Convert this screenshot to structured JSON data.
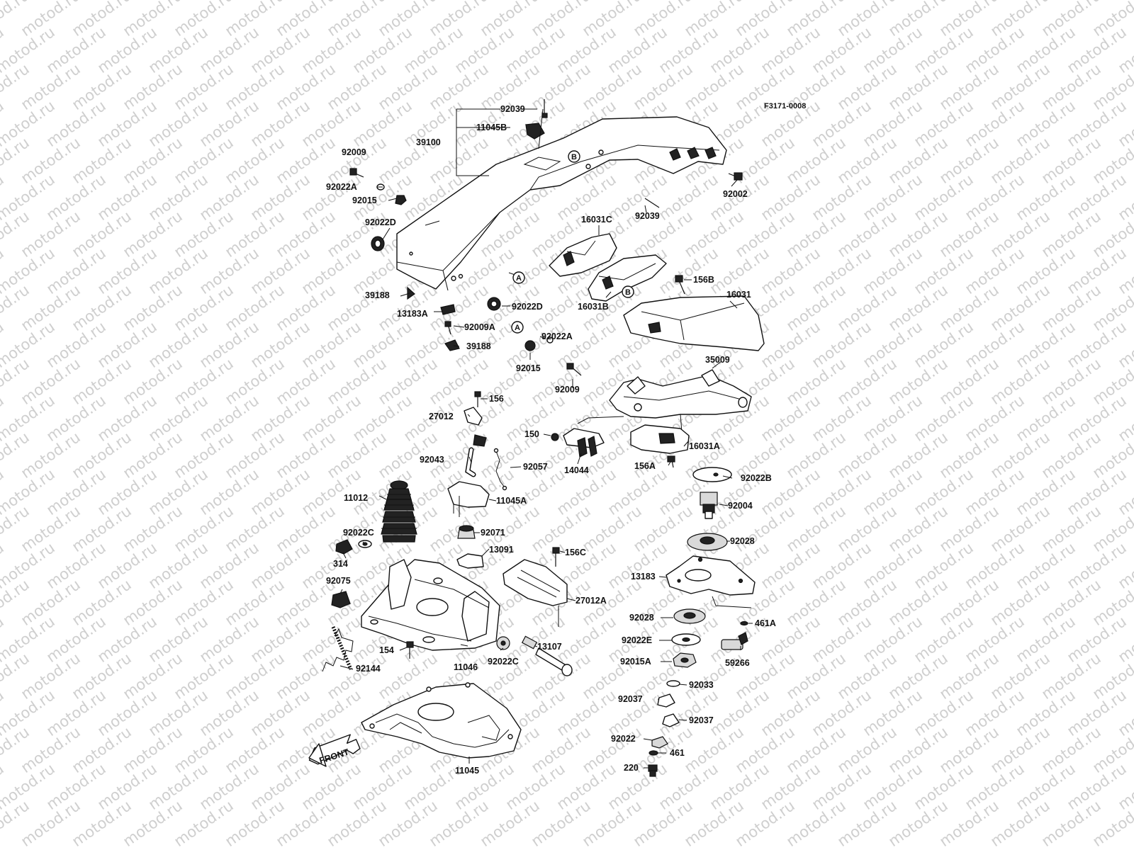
{
  "diagram": {
    "figure_code": "F3171-0008",
    "watermark": "motod.ru",
    "front_label": "FRONT",
    "ref_marks": [
      "A",
      "B"
    ],
    "parts": [
      "92039",
      "11045B",
      "39100",
      "92009",
      "92022A",
      "92015",
      "92022D",
      "92002",
      "92039",
      "16031C",
      "39188",
      "13183A",
      "92022D",
      "92009A",
      "39188",
      "16031B",
      "156B",
      "16031",
      "92022A",
      "92015",
      "92009",
      "35009",
      "156",
      "27012",
      "150",
      "16031A",
      "92043",
      "92057",
      "14044",
      "156A",
      "92022B",
      "11012",
      "11045A",
      "92004",
      "92022C",
      "92071",
      "92028",
      "314",
      "13091",
      "156C",
      "13183",
      "92075",
      "27012A",
      "92028",
      "461A",
      "154",
      "13107",
      "92022E",
      "11046",
      "92022C",
      "59266",
      "92144",
      "92015A",
      "92033",
      "92037",
      "92037",
      "92022",
      "461",
      "220",
      "11045"
    ]
  }
}
